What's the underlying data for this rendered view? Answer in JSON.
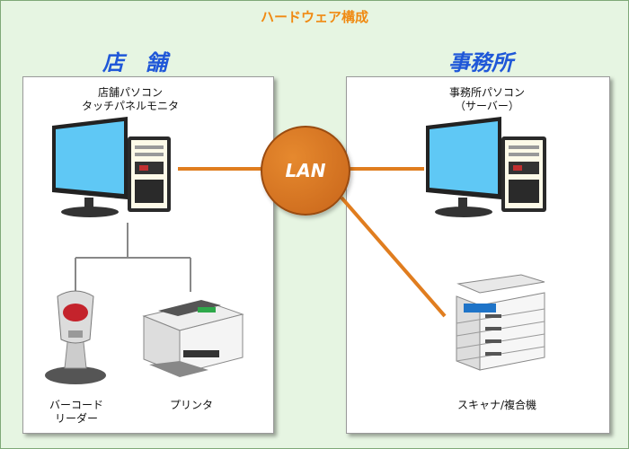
{
  "title": "ハードウェア構成",
  "store": {
    "title": "店　舗",
    "pc_label_1": "店舗パソコン",
    "pc_label_2": "タッチパネルモニタ",
    "barcode_label_1": "バーコード",
    "barcode_label_2": "リーダー",
    "printer_label": "プリンタ"
  },
  "office": {
    "title": "事務所",
    "pc_label_1": "事務所パソコン",
    "pc_label_2": "（サーバー）",
    "scanner_label": "スキャナ/複合機"
  },
  "network": {
    "label": "LAN"
  },
  "colors": {
    "background": "#e6f5e2",
    "title": "#f08a12",
    "panel_title": "#1f57d8",
    "lan": "#d97722",
    "connector": "#e07d1f",
    "monitor_screen": "#5fc8f5"
  }
}
